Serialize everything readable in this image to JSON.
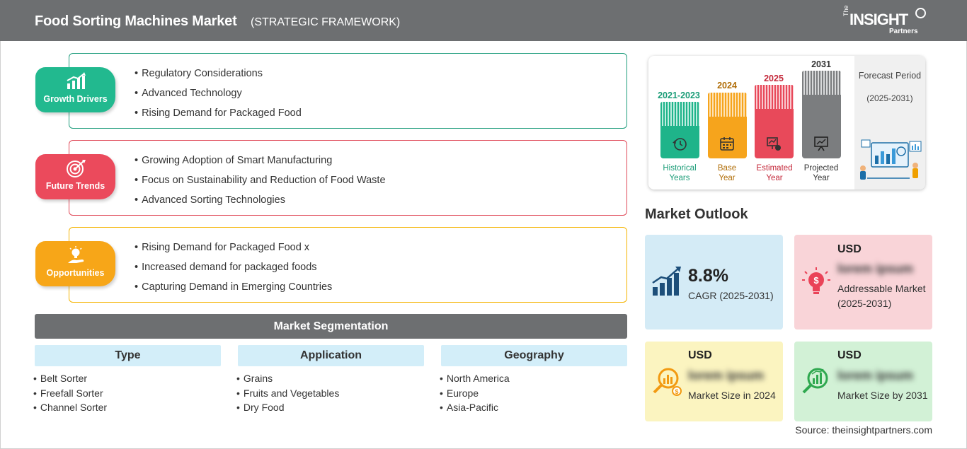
{
  "header": {
    "title": "Food Sorting Machines Market",
    "subtitle": "(STRATEGIC FRAMEWORK)",
    "logo": {
      "the": "The",
      "insight": "INSIGHT",
      "partners": "Partners"
    },
    "background_color": "#6d6f71"
  },
  "framework": {
    "growth_drivers": {
      "label": "Growth Drivers",
      "icon": "bar-growth-icon",
      "color": "#22b98f",
      "items": [
        "Regulatory Considerations",
        "Advanced Technology",
        "Rising Demand for Packaged Food"
      ]
    },
    "future_trends": {
      "label": "Future Trends",
      "icon": "target-icon",
      "color": "#eb4a5c",
      "items": [
        "Growing Adoption of Smart Manufacturing",
        "Focus on Sustainability and Reduction of Food Waste",
        "Advanced Sorting Technologies"
      ]
    },
    "opportunities": {
      "label": "Opportunities",
      "icon": "lightbulb-hand-icon",
      "color": "#f7a618",
      "items": [
        "Rising Demand for Packaged Food x",
        "Increased demand for packaged foods",
        "Capturing Demand in Emerging Countries"
      ]
    }
  },
  "segmentation": {
    "title": "Market Segmentation",
    "columns": [
      {
        "heading": "Type",
        "items": [
          "Belt Sorter",
          "Freefall Sorter",
          "Channel Sorter"
        ]
      },
      {
        "heading": "Application",
        "items": [
          "Grains",
          "Fruits and Vegetables",
          "Dry Food"
        ]
      },
      {
        "heading": "Geography",
        "items": [
          "North America",
          "Europe",
          "Asia-Pacific"
        ]
      }
    ]
  },
  "timeline": {
    "forecast_label": "Forecast Period",
    "forecast_range": "(2025-2031)",
    "bars": [
      {
        "year": "2021-2023",
        "caption_line1": "Historical",
        "caption_line2": "Years",
        "color": "#1fb48a",
        "icon": "history-icon"
      },
      {
        "year": "2024",
        "caption_line1": "Base",
        "caption_line2": "Year",
        "color": "#f6a41c",
        "icon": "calendar-icon"
      },
      {
        "year": "2025",
        "caption_line1": "Estimated",
        "caption_line2": "Year",
        "color": "#e8495a",
        "icon": "estimate-icon"
      },
      {
        "year": "2031",
        "caption_line1": "Projected",
        "caption_line2": "Year",
        "color": "#7b7d7f",
        "icon": "projection-board-icon"
      }
    ]
  },
  "outlook": {
    "title": "Market Outlook",
    "cagr": {
      "value": "8.8%",
      "label": "CAGR (2025-2031)",
      "icon": "rising-bars-icon"
    },
    "addressable": {
      "currency": "USD",
      "value": "lorem ipsum",
      "label": "Addressable Market (2025-2031)",
      "icon": "dollar-bulb-icon"
    },
    "size_2024": {
      "currency": "USD",
      "value": "lorem ipsum",
      "label": "Market Size in 2024",
      "icon": "magnifier-chart-icon"
    },
    "size_2031": {
      "currency": "USD",
      "value": "lorem ipsum",
      "label": "Market Size by 2031",
      "icon": "magnifier-growth-icon"
    }
  },
  "source": "Source: theinsightpartners.com"
}
